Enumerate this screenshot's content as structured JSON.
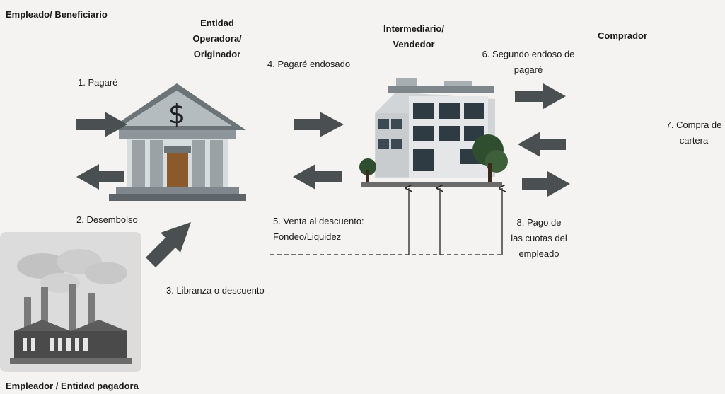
{
  "actors": {
    "employee": "Empleado/ Beneficiario",
    "operator": "Entidad Operadora/ Originador",
    "intermediary": "Intermediario/ Vendedor",
    "buyer": "Comprador",
    "employer": "Empleador / Entidad pagadora"
  },
  "flows": {
    "f1": "1. Pagaré",
    "f2": "2. Desembolso",
    "f3": "3. Libranza o descuento",
    "f4": "4. Pagaré endosado",
    "f5": "5. Venta al descuento: Fondeo/Liquidez",
    "f6": "6. Segundo endoso de pagaré",
    "f7": "7. Compra de cartera",
    "f8": "8. Pago de las cuotas del empleado"
  },
  "icons": {
    "bank": "bank-dollar-icon",
    "office": "office-building-icon",
    "factory": "factory-icon"
  },
  "colors": {
    "arrow": "#4a4f52",
    "text": "#1a1a1a",
    "background": "#f4f3f1"
  }
}
